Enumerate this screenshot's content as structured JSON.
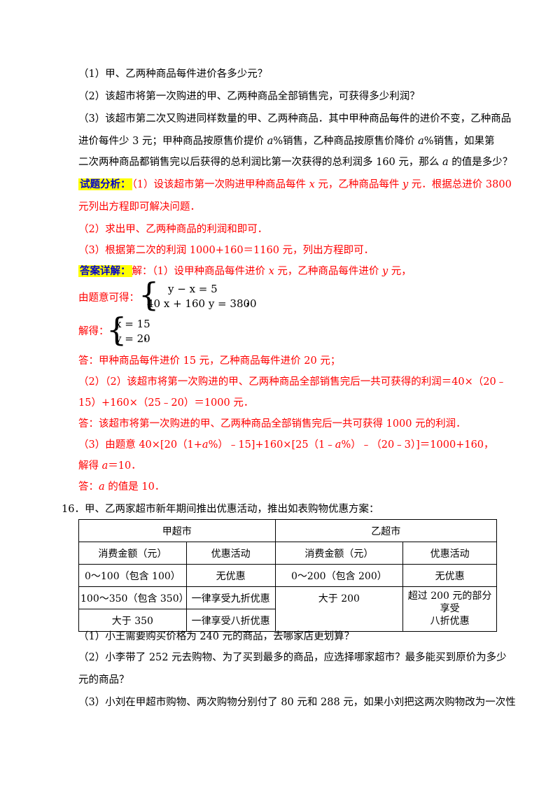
{
  "q15": {
    "sub1": "（1）甲、乙两种商品每件进价各多少元？",
    "sub2": "（2）该超市将第一次购进的甲、乙两种商品全部销售完，可获得多少利润？",
    "sub3_l1": "（3）该超市第二次又购进同样数量的甲、乙两种商品．其中甲种商品每件的进价不变，乙种商品",
    "sub3_l2a": "进价每件少 3 元；甲种商品按原售价提价 ",
    "sub3_l2b": "a",
    "sub3_l2c": "%销售，乙种商品按原售价降价 ",
    "sub3_l2d": "a",
    "sub3_l2e": "%销售，如果第",
    "sub3_l3a": "二次两种商品都销售完以后获得的总利润比第一次获得的总利润多 160 元，那么 ",
    "sub3_l3b": "a",
    "sub3_l3c": " 的值是多少？"
  },
  "analysis": {
    "tag": "试题分析：",
    "l1a": "（1）设该超市第一次购进甲种商品每件 ",
    "l1b": "x",
    "l1c": " 元，乙种商品每件 ",
    "l1d": "y",
    "l1e": " 元．根据总进价 3800",
    "l2": "元列出方程即可解决问题．",
    "l3": "（2）求出甲、乙两种商品的利润和即可．",
    "l4": "（3）根据第二次的利润 1000+160＝1160 元，列出方程即可．"
  },
  "solution": {
    "tag": "答案详解：",
    "l1a": "解：（1）设甲种商品每件进价 ",
    "l1b": "x",
    "l1c": " 元，乙种商品每件进价 ",
    "l1d": "y",
    "l1e": " 元，",
    "sys1_label": "由题意可得：",
    "sys1_eq1": "y − x = 5",
    "sys1_eq2": "40 x + 160 y = 3800",
    "sys2_label": "解得：",
    "sys2_eq1": "x = 15",
    "sys2_eq2": "y = 20",
    "comma": "，",
    "ans1": "答：甲种商品每件进价 15 元，乙种商品每件进价 20 元；",
    "l2a": "（2）（2）该超市将第一次购进的甲、乙两种商品全部销售完后一共可获得的利润＝40×（20﹣",
    "l2b": "15）+160×（25﹣20）＝1000 元．",
    "ans2": "答：该超市将第一次购进的甲、乙两种商品全部销售完后一共可获得 1000 元的利润．",
    "l3a": "（3）由题意 40×[20（1+",
    "l3b": "a",
    "l3c": "%）﹣15]+160×[25（1﹣",
    "l3d": "a",
    "l3e": "%）﹣（20﹣3）]＝1000+160，",
    "l4a": "解得 ",
    "l4b": "a",
    "l4c": "＝10．",
    "ans3a": "答：",
    "ans3b": "a",
    "ans3c": " 的值是 10．"
  },
  "q16": {
    "intro": "16．甲、乙两家超市新年期间推出优惠活动，推出如表购物优惠方案：",
    "table": {
      "store_a": "甲超市",
      "store_b": "乙超市",
      "col_amount": "消费金额（元）",
      "col_discount": "优惠活动",
      "a_r1_amount": "0～100（包含 100）",
      "a_r1_discount": "无优惠",
      "a_r2_amount": "100～350（包含 350）",
      "a_r2_discount": "一律享受九折优惠",
      "a_r3_amount": "大于 350",
      "a_r3_discount": "一律享受八折优惠",
      "b_r1_amount": "0～200（包含 200）",
      "b_r1_discount": "无优惠",
      "b_r2_amount": "大于 200",
      "b_r2_discount_l1": "超过 200 元的部分享受",
      "b_r2_discount_l2": "八折优惠"
    },
    "sub1": "（1）小王需要购买价格为 240 元的商品，去哪家店更划算？",
    "sub2_l1": "（2）小李带了 252 元去购物、为了买到最多的商品，应选择哪家超市？最多能买到原价为多少",
    "sub2_l2": "元的商品？",
    "sub3": "（3）小刘在甲超市购物、两次购物分别付了 80 元和 288 元，如果小刘把这两次购物改为一次性"
  }
}
